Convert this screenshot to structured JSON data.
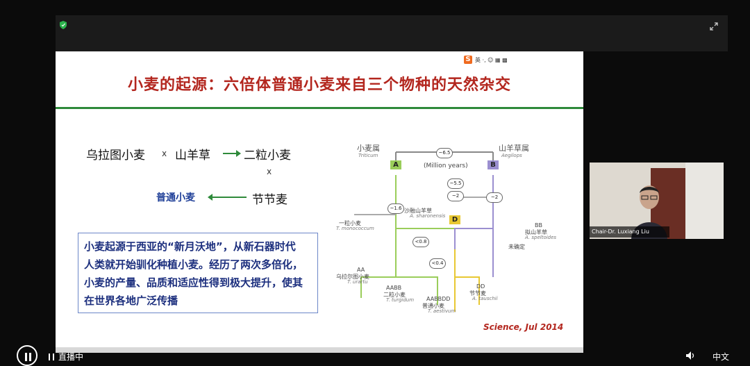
{
  "slide": {
    "ime_label": "英 ·, ☺ ▦ ▩",
    "ime_logo": "S",
    "title": "小麦的起源：六倍体普通小麦来自三个物种的天然杂交",
    "cross_row": {
      "a": "乌拉图小麦",
      "x1": "x",
      "b": "山羊草",
      "c": "二粒小麦",
      "x2": "x"
    },
    "result_row": {
      "left": "普通小麦",
      "right": "节节麦"
    },
    "info_lines": [
      "小麦起源于西亚的“新月沃地”，从新石器时代",
      "人类就开始驯化种植小麦。经历了两次多倍化，",
      "小麦的产量、品质和适应性得到极大提升，使其",
      "在世界各地广泛传播"
    ],
    "citation": "Science, Jul 2014",
    "diagram": {
      "triticum_cn": "小麦属",
      "triticum_la": "Triticum",
      "aegilops_cn": "山羊草属",
      "aegilops_la": "Aegilops",
      "million_years": "(Million years)",
      "genome_a": "A",
      "genome_b": "B",
      "genome_d": "D",
      "ovals": [
        "~6.5",
        "~5.5",
        "~2",
        "~2",
        "~1.6",
        "<0.8",
        "<0.4"
      ],
      "sharonensis_cn": "沙融山羊草",
      "sharonensis_la": "A. sharonensis",
      "monococcum_cn": "一粒小麦",
      "monococcum_la": "T. monococcum",
      "speltoides_code": "BB",
      "speltoides_cn": "拟山羊草",
      "speltoides_la": "A. speltoides",
      "undetermined": "未确定",
      "urartu_code": "AA",
      "urartu_cn": "乌拉尔图小麦",
      "urartu_la": "T. urartu",
      "turgidum_code": "AABB",
      "turgidum_cn": "二粒小麦",
      "turgidum_la": "T. turgidum",
      "aestivum_code": "AABBDD",
      "aestivum_cn": "普通小麦",
      "aestivum_la": "T. aestivum",
      "tauschii_code": "DD",
      "tauschii_cn": "节节麦",
      "tauschii_la": "A. tauschii"
    }
  },
  "video": {
    "name_tag": "Chair-Dr. Luxiang Liu"
  },
  "controls": {
    "live_label": "直播中",
    "lang_label": "中文"
  },
  "colors": {
    "title_red": "#b3261e",
    "rule_green": "#2e8a3a",
    "info_blue": "#1c2f7e",
    "genome_a": "#9acd5a",
    "genome_b": "#9b8fd0",
    "genome_d": "#e8c832"
  }
}
